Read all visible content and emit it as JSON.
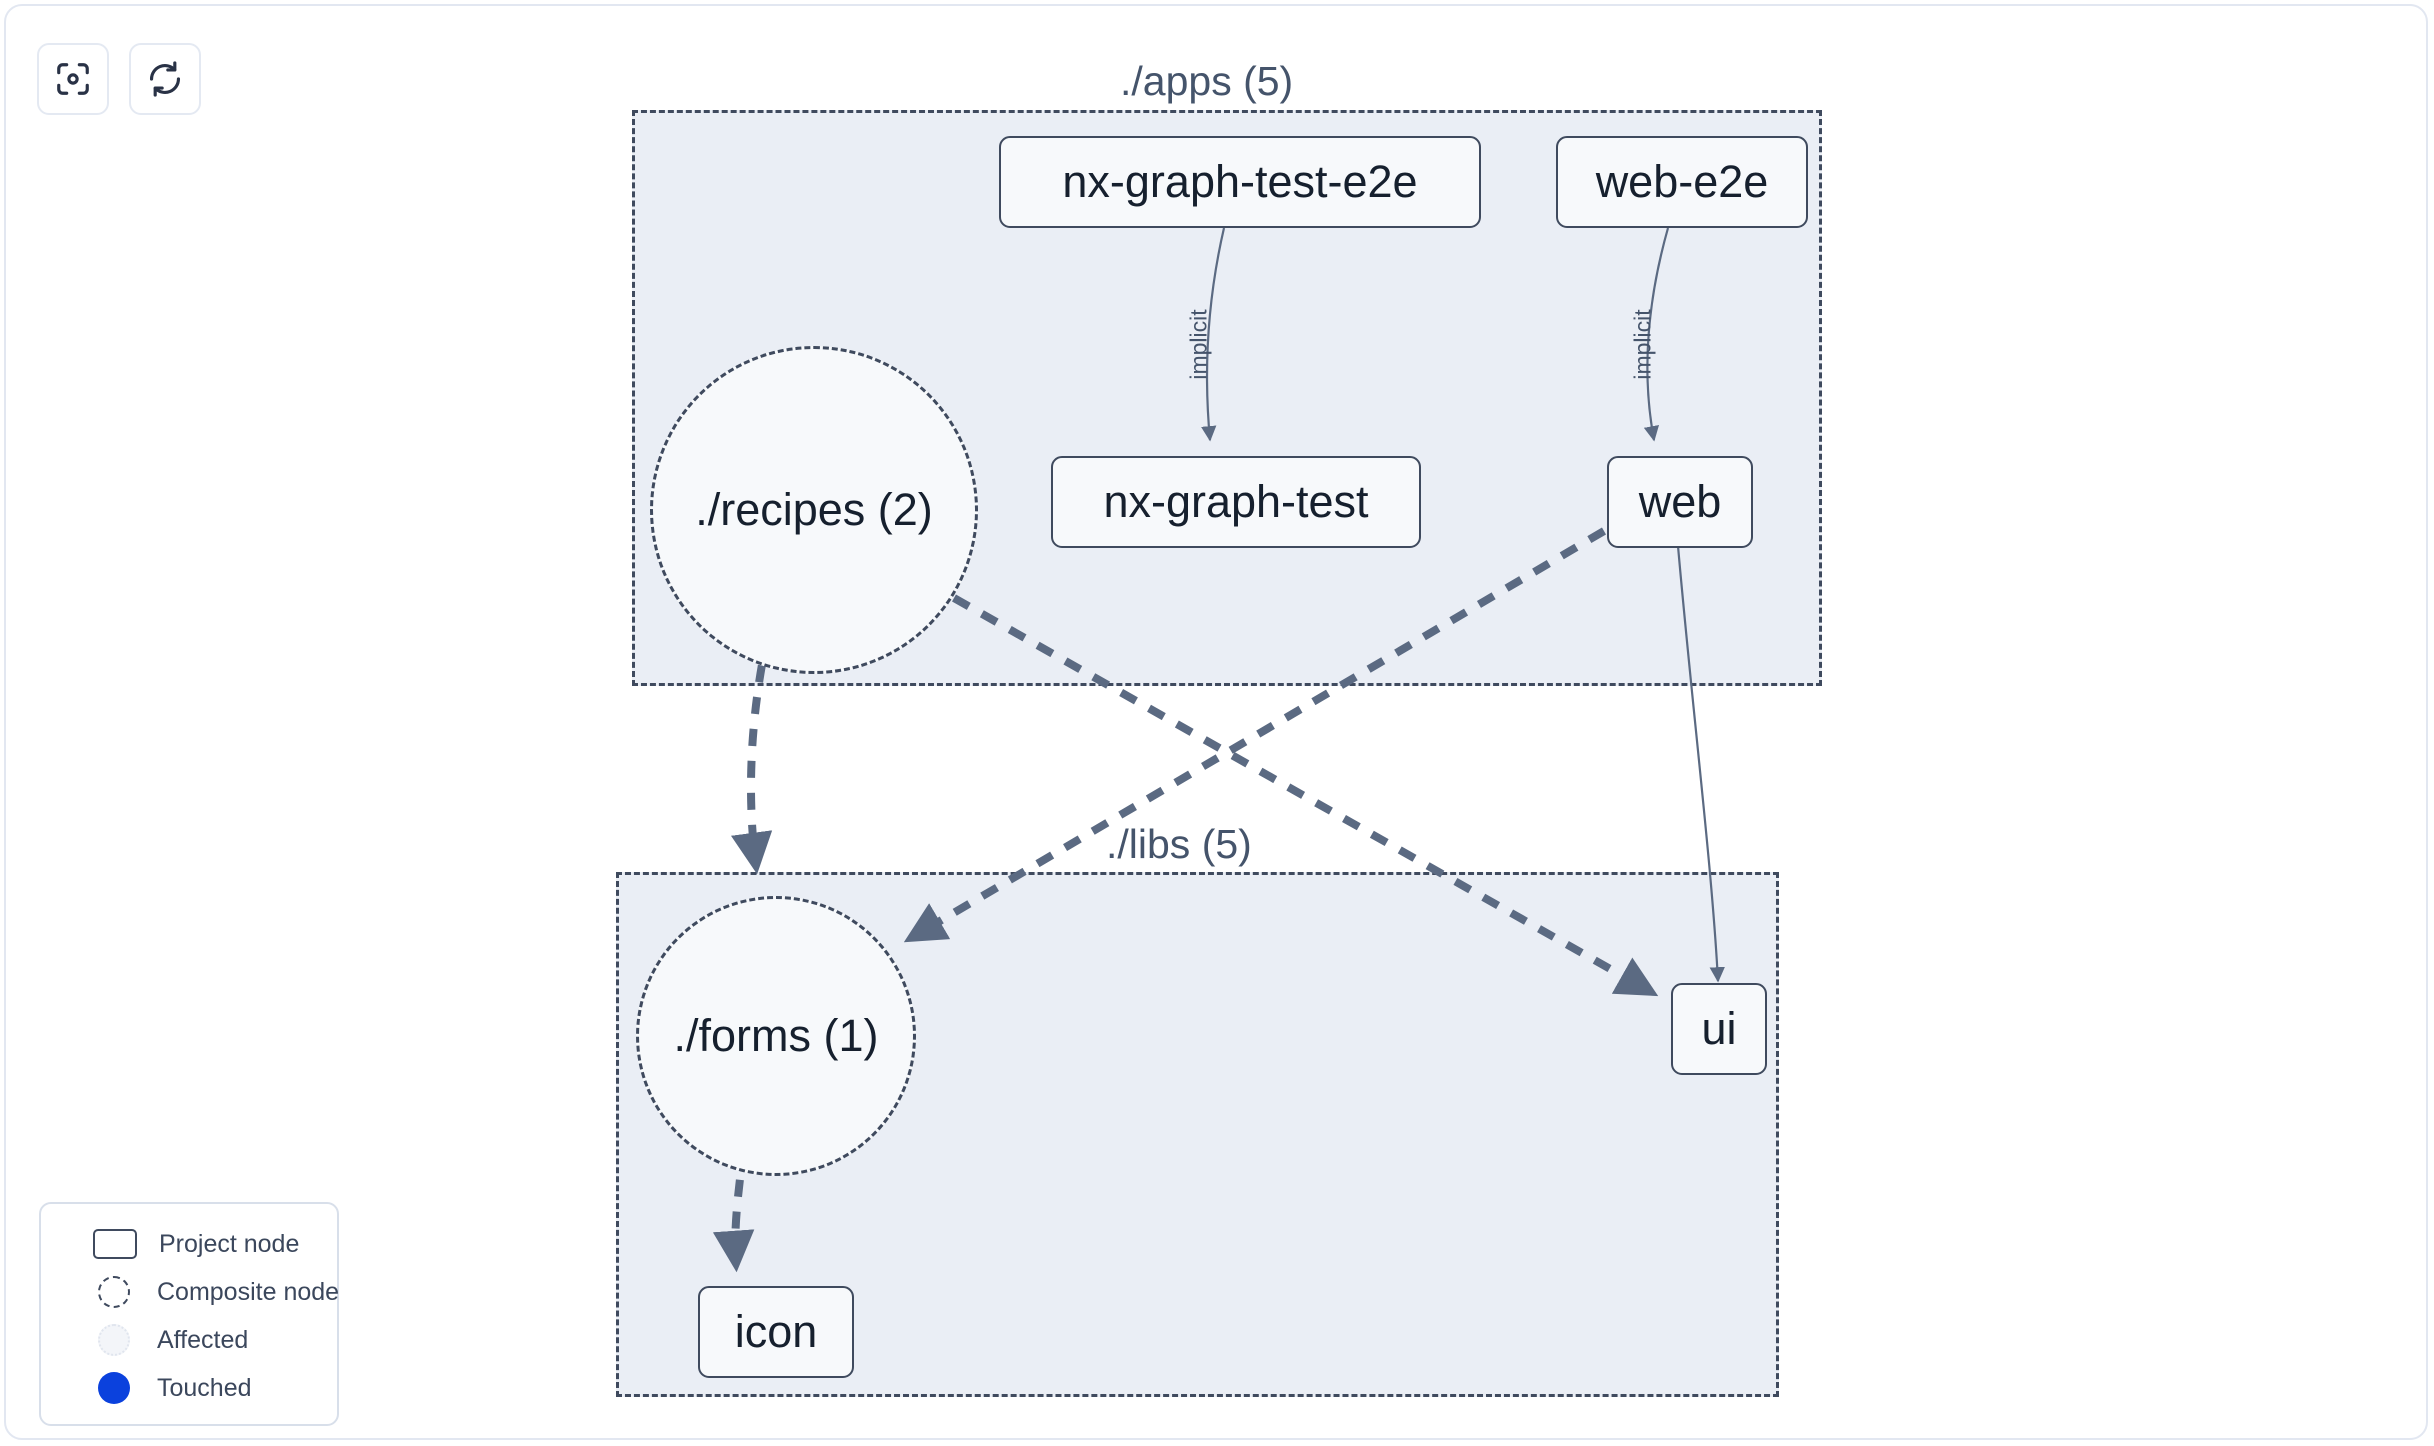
{
  "toolbar": {
    "buttons": [
      {
        "name": "focus-graph-button",
        "icon": "focus-scan-icon",
        "label": ""
      },
      {
        "name": "refresh-graph-button",
        "icon": "refresh-icon",
        "label": ""
      }
    ]
  },
  "graph": {
    "groups": [
      {
        "id": "apps",
        "label": "./apps (5)"
      },
      {
        "id": "libs",
        "label": "./libs (5)"
      }
    ],
    "composite_nodes": [
      {
        "id": "recipes",
        "label": "./recipes (2)",
        "group": "apps"
      },
      {
        "id": "forms",
        "label": "./forms (1)",
        "group": "libs"
      }
    ],
    "project_nodes": [
      {
        "id": "nx-graph-test-e2e",
        "label": "nx-graph-test-e2e",
        "group": "apps"
      },
      {
        "id": "web-e2e",
        "label": "web-e2e",
        "group": "apps"
      },
      {
        "id": "nx-graph-test",
        "label": "nx-graph-test",
        "group": "apps"
      },
      {
        "id": "web",
        "label": "web",
        "group": "apps"
      },
      {
        "id": "ui",
        "label": "ui",
        "group": "libs"
      },
      {
        "id": "icon",
        "label": "icon",
        "group": "libs"
      }
    ],
    "edges": [
      {
        "from": "nx-graph-test-e2e",
        "to": "nx-graph-test",
        "label": "implicit",
        "style": "solid"
      },
      {
        "from": "web-e2e",
        "to": "web",
        "label": "implicit",
        "style": "solid"
      },
      {
        "from": "web",
        "to": "ui",
        "label": "",
        "style": "solid"
      },
      {
        "from": "recipes",
        "to": "forms",
        "label": "",
        "style": "dashed"
      },
      {
        "from": "recipes",
        "to": "ui",
        "label": "",
        "style": "dashed"
      },
      {
        "from": "web",
        "to": "forms",
        "label": "",
        "style": "dashed"
      },
      {
        "from": "forms",
        "to": "icon",
        "label": "",
        "style": "dashed"
      }
    ]
  },
  "legend": {
    "items": [
      {
        "key": "project-node",
        "label": "Project node"
      },
      {
        "key": "composite-node",
        "label": "Composite node"
      },
      {
        "key": "affected",
        "label": "Affected"
      },
      {
        "key": "touched",
        "label": "Touched"
      }
    ]
  },
  "colors": {
    "node_border": "#3f4a5e",
    "node_fill": "#f7f9fb",
    "group_fill": "#eaeef5",
    "edge": "#5b6a82",
    "text": "#16202e",
    "touched": "#0b41dd",
    "card_border": "#e2e7f1"
  }
}
